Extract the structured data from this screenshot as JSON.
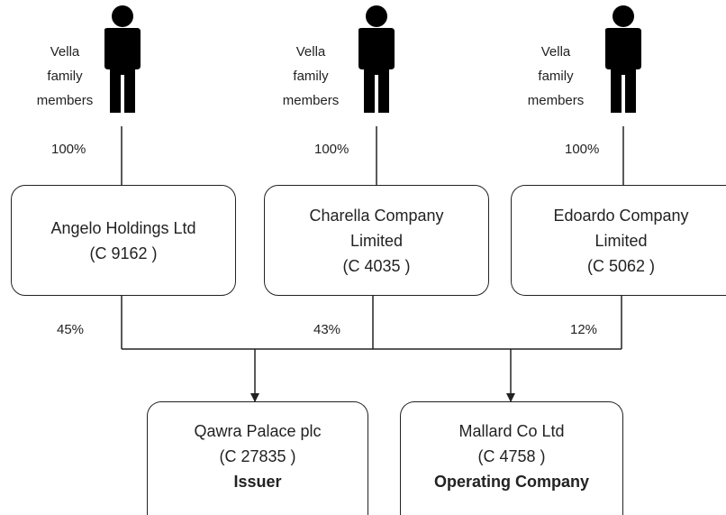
{
  "owners": [
    {
      "label_lines": [
        "Vella",
        "family",
        "members"
      ],
      "pct": "100%"
    },
    {
      "label_lines": [
        "Vella",
        "family",
        "members"
      ],
      "pct": "100%"
    },
    {
      "label_lines": [
        "Vella",
        "family",
        "members"
      ],
      "pct": "100%"
    }
  ],
  "holdings": [
    {
      "name_lines": [
        "Angelo Holdings Ltd"
      ],
      "reg": "(C 9162 )",
      "stake": "45%"
    },
    {
      "name_lines": [
        "Charella Company",
        "Limited"
      ],
      "reg": "(C 4035 )",
      "stake": "43%"
    },
    {
      "name_lines": [
        "Edoardo Company",
        "Limited"
      ],
      "reg": "(C 5062 )",
      "stake": "12%"
    }
  ],
  "subsidiaries": [
    {
      "name": "Qawra Palace plc",
      "reg": "(C 27835 )",
      "role": "Issuer"
    },
    {
      "name": "Mallard Co Ltd",
      "reg": "(C 4758 )",
      "role": "Operating Company"
    }
  ],
  "colors": {
    "line": "#222222",
    "person": "#000000"
  },
  "icons": {
    "person": "person-icon"
  }
}
